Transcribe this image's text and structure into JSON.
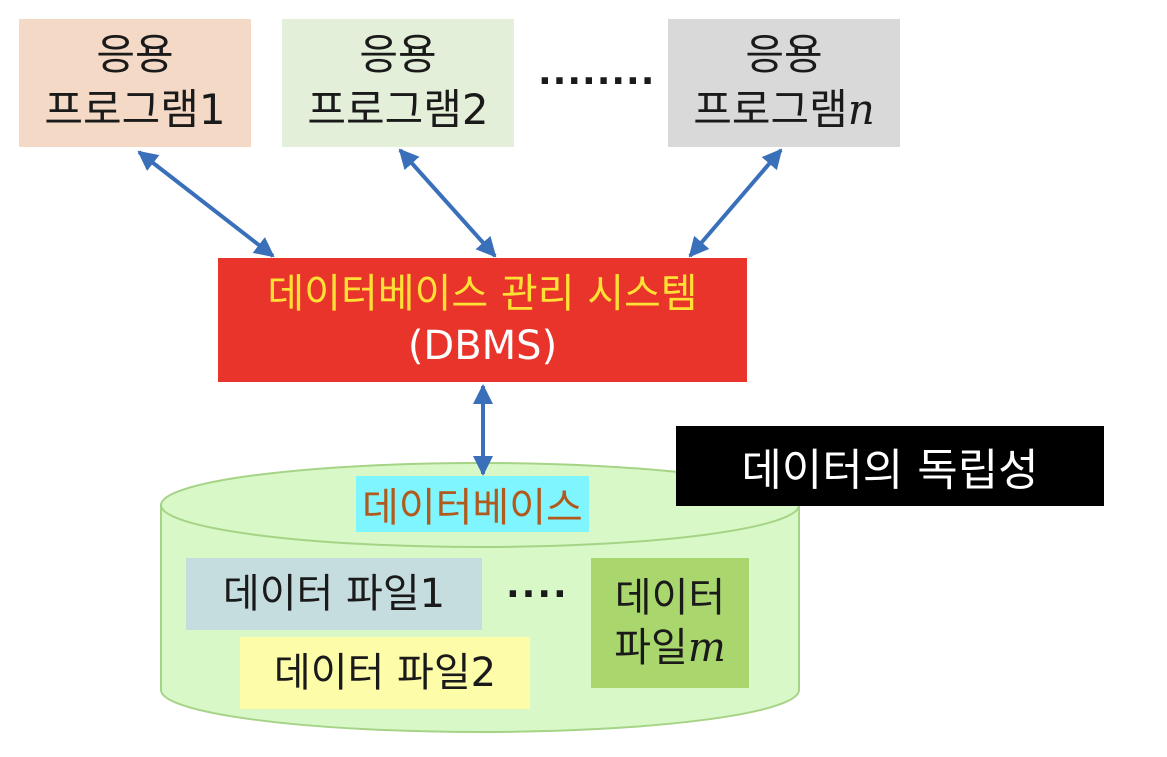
{
  "apps": [
    {
      "line1": "응용",
      "line2": "프로그램1",
      "suffix": ""
    },
    {
      "line1": "응용",
      "line2": "프로그램2",
      "suffix": ""
    },
    {
      "line1": "응용",
      "line2": "프로그램",
      "suffix": "n"
    }
  ],
  "app_ellipsis": "........",
  "dbms": {
    "line1": "데이터베이스 관리 시스템",
    "line2": "(DBMS)"
  },
  "independence_label": "데이터의 독립성",
  "database": {
    "label": "데이터베이스",
    "file1": "데이터 파일1",
    "file2": "데이터 파일2",
    "filem_line1": "데이터",
    "filem_line2": "파일",
    "filem_suffix": "m",
    "ellipsis": "····"
  },
  "colors": {
    "arrow": "#3a6fba",
    "cylinder_fill": "#d8f8c8",
    "cylinder_stroke": "#a6d486"
  }
}
